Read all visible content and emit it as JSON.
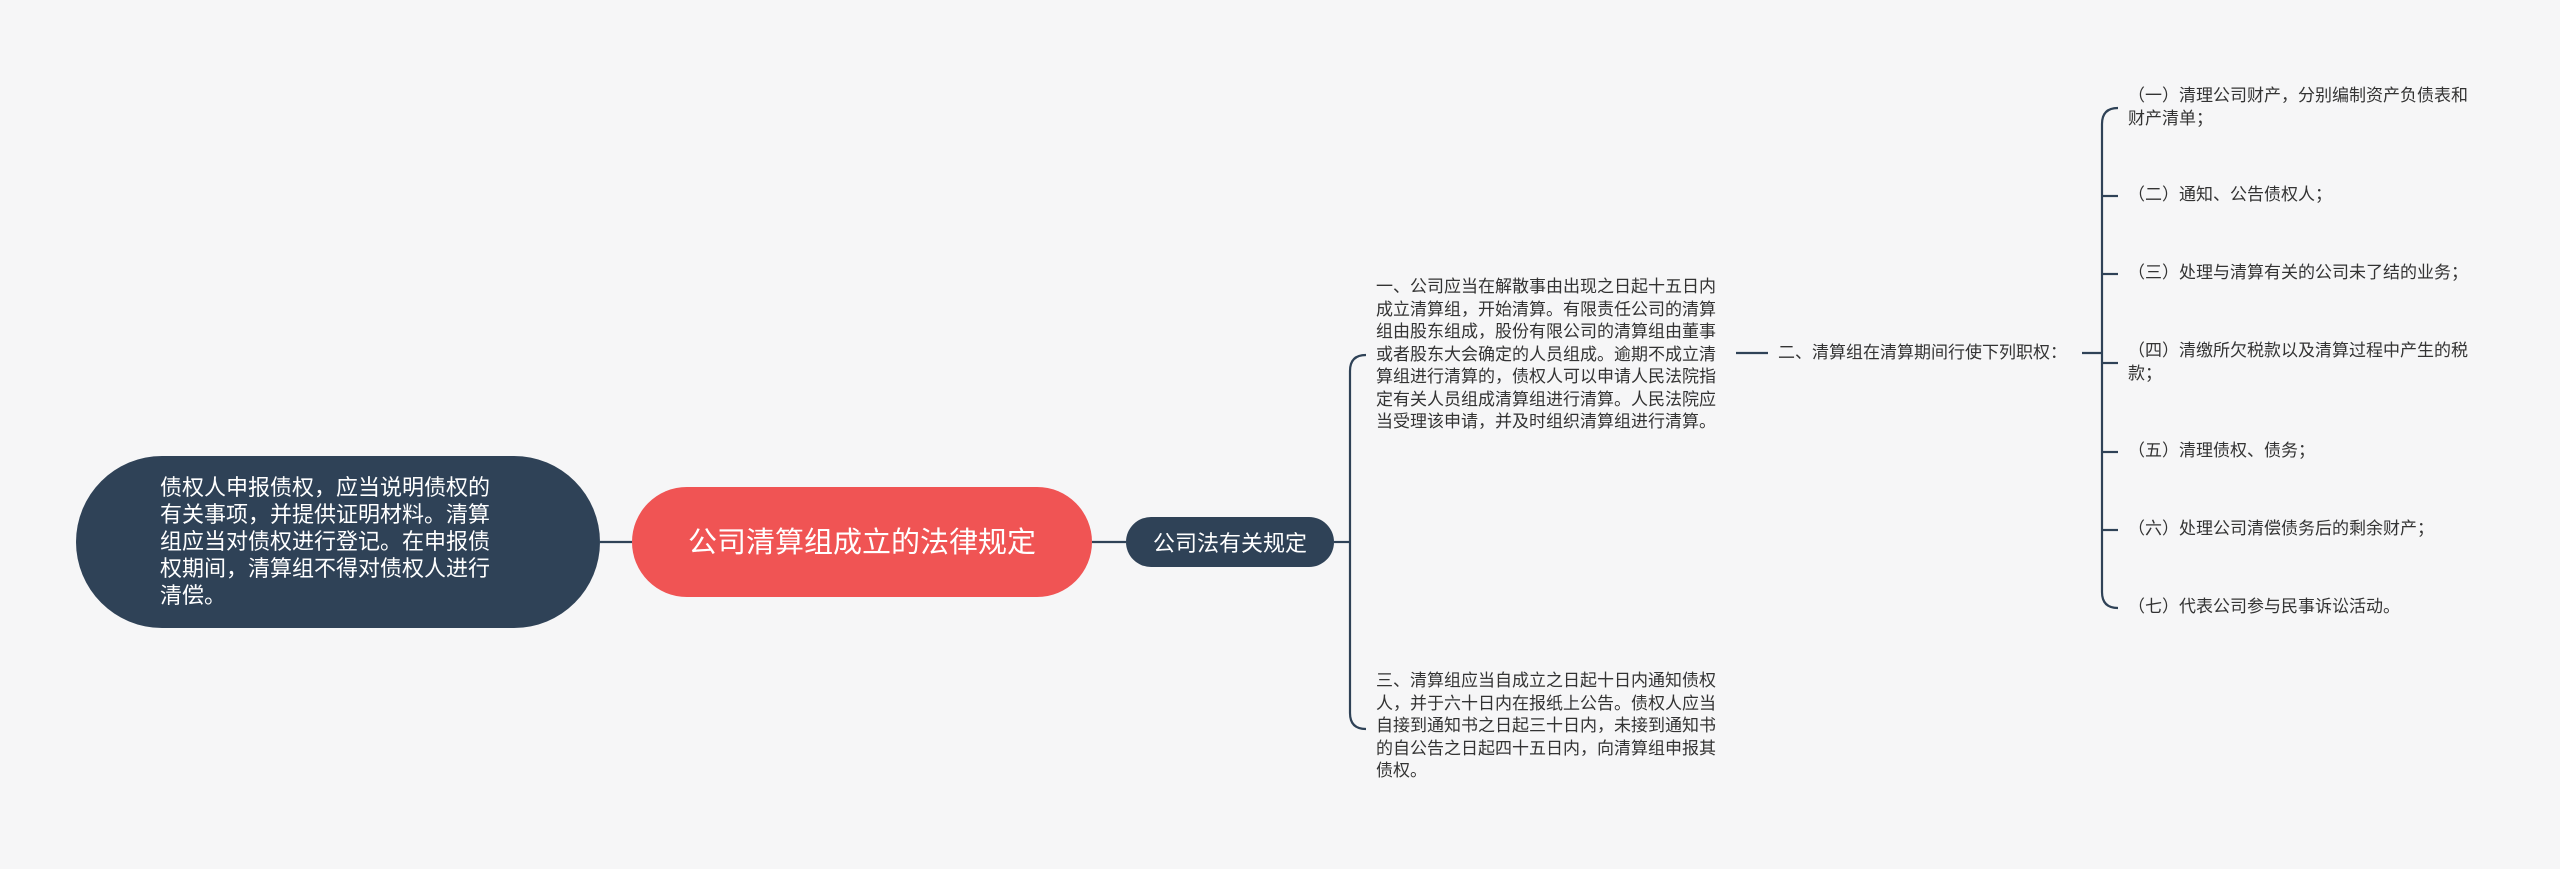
{
  "colors": {
    "background": "#f6f6f7",
    "root_fill": "#f05454",
    "dark_node_fill": "#2f4257",
    "line": "#2f4257",
    "text_dark": "#333333"
  },
  "root": {
    "label": "公司清算组成立的法律规定"
  },
  "left_branch": {
    "lines": [
      "债权人申报债权，应当说明债权的",
      "有关事项，并提供证明材料。清算",
      "组应当对债权进行登记。在申报债",
      "权期间，清算组不得对债权人进行",
      "清偿。"
    ]
  },
  "right_branch": {
    "label": "公司法有关规定",
    "item1": "一、公司应当在解散事由出现之日起十五日内\n成立清算组，开始清算。有限责任公司的清算\n组由股东组成，股份有限公司的清算组由董事\n或者股东大会确定的人员组成。逾期不成立清\n算组进行清算的，债权人可以申请人民法院指\n定有关人员组成清算组进行清算。人民法院应\n当受理该申请，并及时组织清算组进行清算。",
    "item2": "二、清算组在清算期间行使下列职权：",
    "item3": "三、清算组应当自成立之日起十日内通知债权\n人，并于六十日内在报纸上公告。债权人应当\n自接到通知书之日起三十日内，未接到通知书\n的自公告之日起四十五日内，向清算组申报其\n债权。",
    "powers": [
      "（一）清理公司财产，分别编制资产负债表和\n财产清单；",
      "（二）通知、公告债权人；",
      "（三）处理与清算有关的公司未了结的业务；",
      "（四）清缴所欠税款以及清算过程中产生的税\n款；",
      "（五）清理债权、债务；",
      "（六）处理公司清偿债务后的剩余财产；",
      "（七）代表公司参与民事诉讼活动。"
    ]
  }
}
